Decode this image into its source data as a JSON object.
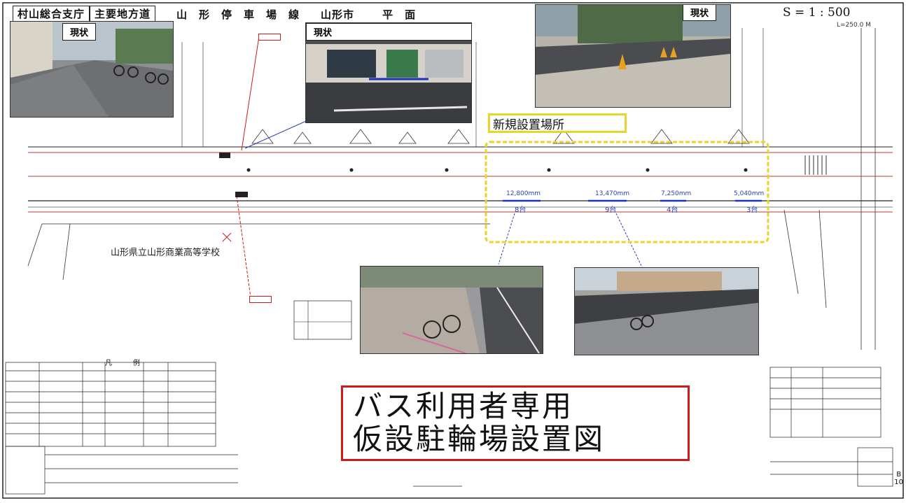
{
  "header": {
    "office": "村山総合支庁",
    "road_class": "主要地方道",
    "route": "山　形　停　車　場　線",
    "city": "山形市",
    "view": "平　面",
    "scale": "S = 1 : 500",
    "scale_sub": "L=250.0 M"
  },
  "photos": {
    "label": "現状",
    "count": 5
  },
  "new_location_label": "新規設置場所",
  "school_label": "山形県立山形商業高等学校",
  "measurements": [
    {
      "length": "12,800mm",
      "count": "8台"
    },
    {
      "length": "13,470mm",
      "count": "9台"
    },
    {
      "length": "7,250mm",
      "count": "4台"
    },
    {
      "length": "5,040mm",
      "count": "3台"
    }
  ],
  "title": {
    "line1": "バス利用者専用",
    "line2": "仮設駐輪場設置図"
  },
  "legend": {
    "title": "凡　例"
  },
  "sheet": {
    "number": "B",
    "sub": "10"
  },
  "colors": {
    "highlight": "#e9d42a",
    "title_border": "#d11a1a",
    "lane_line": "#c43a2f",
    "measure_bar": "#1e2fb8"
  }
}
